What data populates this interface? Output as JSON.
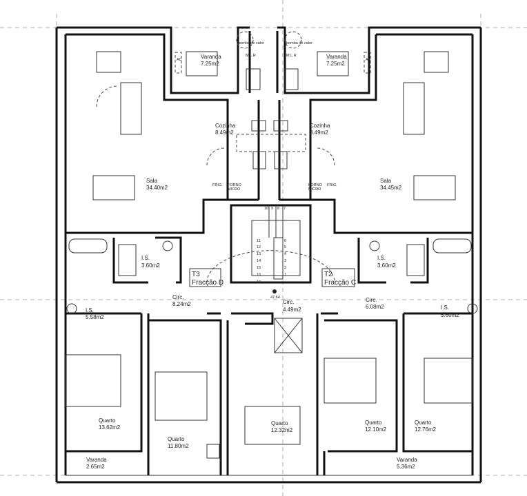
{
  "rooms": {
    "varanda_tl": {
      "name": "Varanda",
      "area": "7.25m2"
    },
    "varanda_tr": {
      "name": "Varanda",
      "area": "7.25m2"
    },
    "bomba_l": "bomba de calor",
    "bomba_r": "bomba de calor",
    "mlr_l": "M.L.R",
    "mlr_r": "M.L.R",
    "ac_l": "AC",
    "ac_r": "AC",
    "cozinha_l": {
      "name": "Cozinha",
      "area": "8.49m2"
    },
    "cozinha_r": {
      "name": "Cozinha",
      "area": "8.49m2"
    },
    "frig": "FRIG.",
    "forno": "FORNO",
    "micro": "MICRO",
    "sala_l": {
      "name": "Sala",
      "area": "34.40m2"
    },
    "sala_r": {
      "name": "Sala",
      "area": "34.45m2"
    },
    "is_l": {
      "name": "I.S.",
      "area": "3.60m2"
    },
    "is_r": {
      "name": "I.S.",
      "area": "3.60m2"
    },
    "is_bl": {
      "name": "I.S.",
      "area": "5.58m2"
    },
    "is_br": {
      "name": "I.S.",
      "area": "5.60m2"
    },
    "circ_l": {
      "name": "Circ.",
      "area": "8.24m2"
    },
    "circ_c": {
      "name": "Circ.",
      "area": "4.49m2"
    },
    "circ_r": {
      "name": "Circ.",
      "area": "6.08m2"
    },
    "level": "47,64",
    "quarto_1": {
      "name": "Quarto",
      "area": "13.62m2"
    },
    "quarto_2": {
      "name": "Quarto",
      "area": "11.80m2"
    },
    "quarto_3": {
      "name": "Quarto",
      "area": "12.32m2"
    },
    "quarto_4": {
      "name": "Quarto",
      "area": "12.10m2"
    },
    "quarto_5": {
      "name": "Quarto",
      "area": "12.76m2"
    },
    "varanda_bl": {
      "name": "Varanda",
      "area": "2.65m2"
    },
    "varanda_br": {
      "name": "Varanda",
      "area": "5.36m2"
    }
  },
  "units": {
    "left": {
      "type": "T3",
      "name": "Fracção D"
    },
    "right": {
      "type": "T2",
      "name": "Fracção C"
    }
  },
  "stairs": {
    "top": [
      "10",
      "9",
      "8",
      "7"
    ],
    "left": [
      "11",
      "12",
      "13",
      "14",
      "15",
      "16",
      "17"
    ],
    "right": [
      "6",
      "5",
      "4",
      "3",
      "2",
      "1"
    ]
  }
}
